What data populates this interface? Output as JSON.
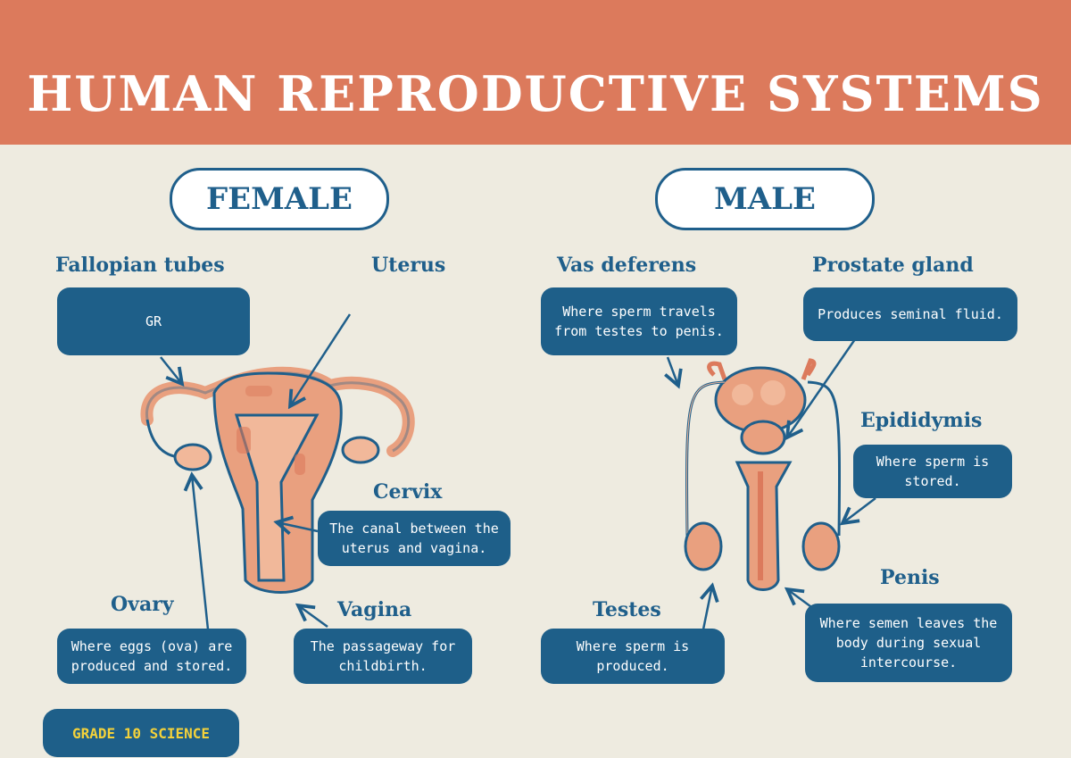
{
  "title": "HUMAN REPRODUCTIVE SYSTEMS",
  "female": {
    "heading": "FEMALE",
    "fallopian": {
      "label": "Fallopian tubes",
      "desc": "GR"
    },
    "uterus": {
      "label": "Uterus"
    },
    "cervix": {
      "label": "Cervix",
      "desc": "The canal between the uterus and vagina."
    },
    "ovary": {
      "label": "Ovary",
      "desc": "Where eggs (ova) are produced and stored."
    },
    "vagina": {
      "label": "Vagina",
      "desc": "The passageway for childbirth."
    }
  },
  "male": {
    "heading": "MALE",
    "vas": {
      "label": "Vas deferens",
      "desc": "Where sperm travels from testes to penis."
    },
    "prostate": {
      "label": "Prostate gland",
      "desc": "Produces seminal fluid."
    },
    "epididymis": {
      "label": "Epididymis",
      "desc": "Where sperm is stored."
    },
    "penis": {
      "label": "Penis",
      "desc": "Where semen leaves the body during sexual intercourse."
    },
    "testes": {
      "label": "Testes",
      "desc": "Where sperm is produced."
    }
  },
  "footer": {
    "grade": "GRADE 10 SCIENCE"
  },
  "colors": {
    "banner": "#dc7a5c",
    "navy": "#1e5f89",
    "background": "#eeebe0",
    "organ": "#e9a07f",
    "accent_yellow": "#f4d23a"
  }
}
